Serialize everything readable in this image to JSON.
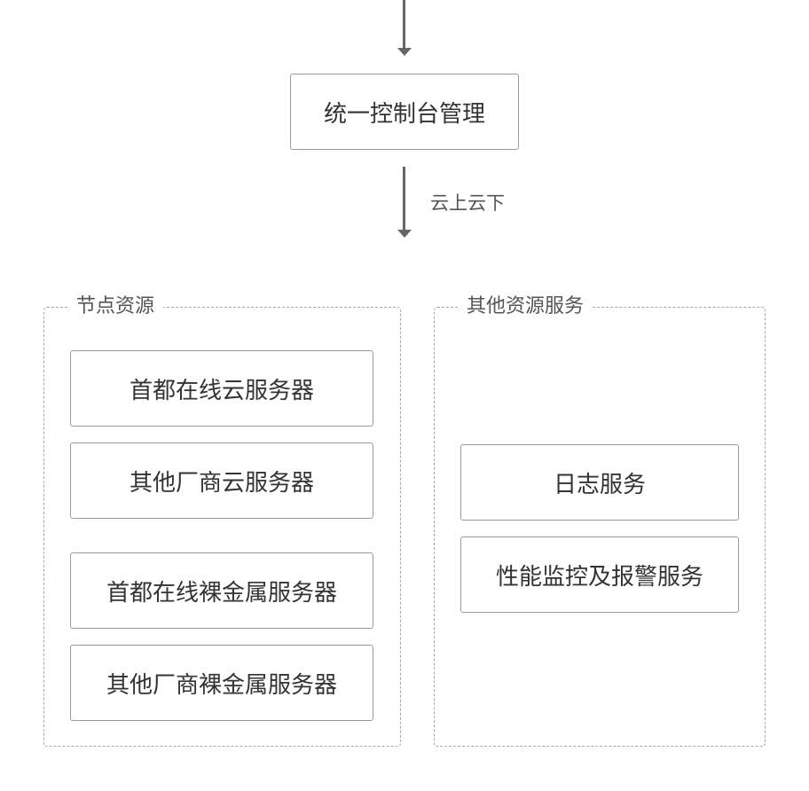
{
  "console": {
    "label": "统一控制台管理"
  },
  "connector": {
    "label": "云上云下"
  },
  "node_group": {
    "title": "节点资源",
    "items": [
      "首都在线云服务器",
      "其他厂商云服务器",
      "首都在线裸金属服务器",
      "其他厂商裸金属服务器"
    ]
  },
  "service_group": {
    "title": "其他资源服务",
    "items": [
      "日志服务",
      "性能监控及报警服务"
    ]
  },
  "colors": {
    "arrow": "#666666",
    "box_border": "#9a9a9a",
    "group_border": "#a8a8a8",
    "text": "#333333"
  }
}
